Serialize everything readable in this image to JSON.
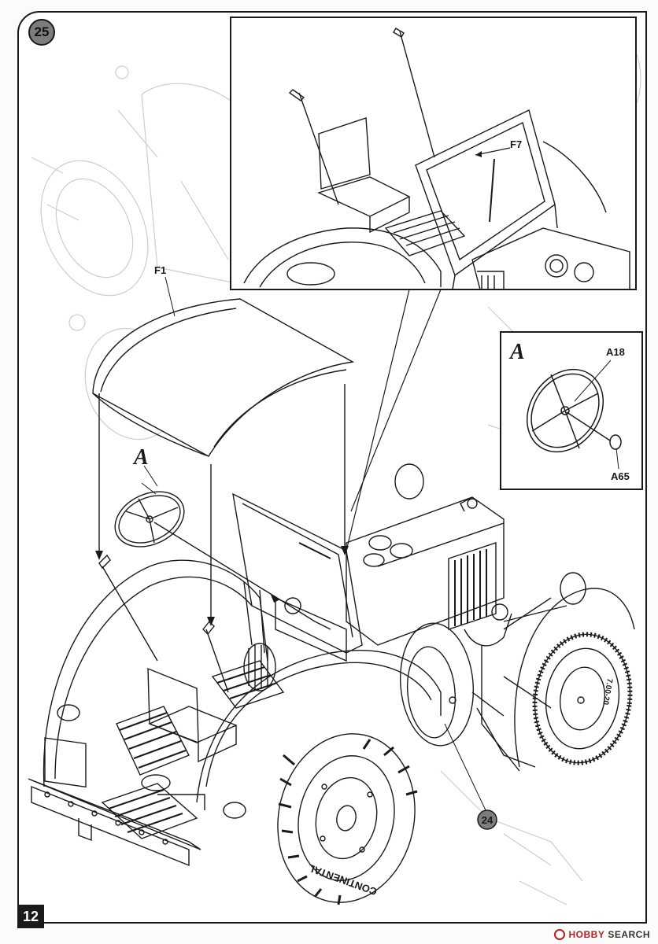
{
  "page": {
    "step_number": "25",
    "page_number": "12"
  },
  "callouts": {
    "f1": "F1",
    "f7": "F7",
    "a": "A",
    "a_detail_title": "A",
    "a18": "A18",
    "a65": "A65",
    "ref_24": "24"
  },
  "tire_text": {
    "front": "7.00-20",
    "rear": "CONTINENTAL"
  },
  "watermark": {
    "brand": "HOBBY",
    "search": "SEARCH"
  },
  "colors": {
    "line": "#1a1a1a",
    "ghost": "#c8c8c8",
    "badge": "#7d7d7d",
    "brand": "#b22222"
  }
}
